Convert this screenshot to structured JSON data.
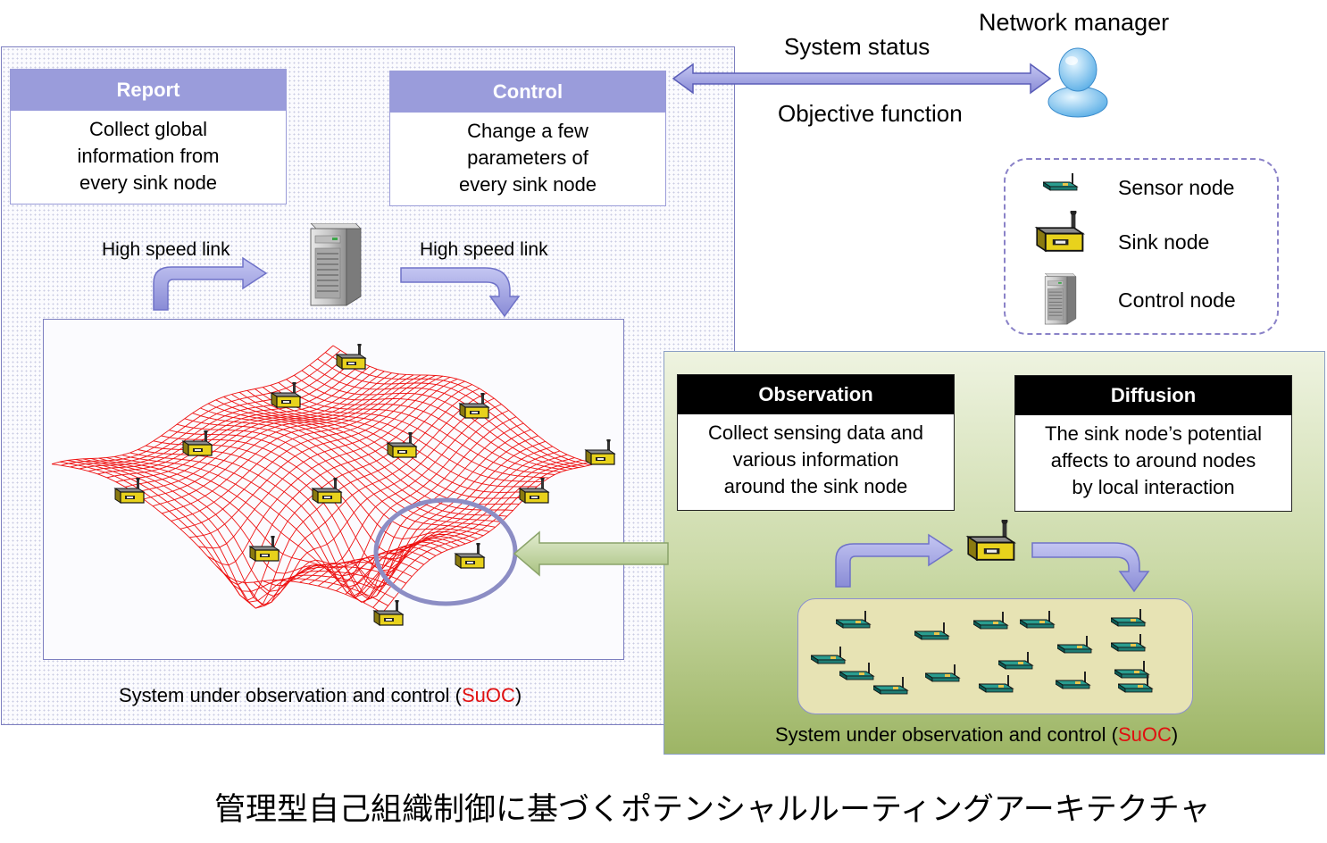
{
  "network_manager": {
    "label": "Network manager"
  },
  "link": {
    "system_status": "System status",
    "objective_function": "Objective function"
  },
  "report": {
    "title": "Report",
    "lines": [
      "Collect global",
      "information from",
      "every  sink node"
    ]
  },
  "control": {
    "title": "Control",
    "lines": [
      "Change  a few",
      "parameters of",
      "every  sink node"
    ]
  },
  "high_speed_link_left": "High speed link",
  "high_speed_link_right": "High speed link",
  "legend": {
    "sensor": "Sensor node",
    "sink": "Sink node",
    "control": "Control node"
  },
  "observation": {
    "title": "Observation",
    "lines": [
      "Collect sensing data and",
      "various information",
      "around the sink node"
    ]
  },
  "diffusion": {
    "title": "Diffusion",
    "lines": [
      "The sink node’s potential",
      "affects to around nodes",
      "by local interaction"
    ]
  },
  "suoc_left": {
    "prefix": "System under observation and control (",
    "abbr": "SuOC",
    "suffix": ")"
  },
  "suoc_right": {
    "prefix": "System under observation and control (",
    "abbr": "SuOC",
    "suffix": ")"
  },
  "caption": "管理型自己組織制御に基づくポテンシャルルーティングアーキテクチャ",
  "colors": {
    "accent_purple": "#9a9cdb",
    "mesh_red": "#ee1111",
    "suoc_red": "#e01010",
    "panel_green": "#b4c98a"
  }
}
